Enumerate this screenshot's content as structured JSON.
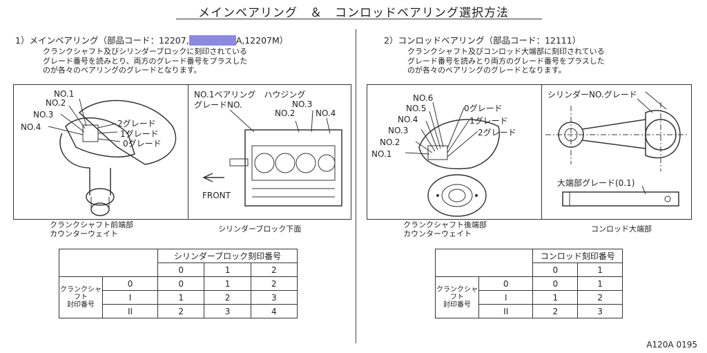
{
  "title": "メインベアリング　＆　コンロッドベアリング選択方法",
  "main": {
    "heading_prefix": "1）メインベアリング（部品コード：12207,",
    "heading_suffix": "A,12207M）",
    "desc": [
      "クランクシャフト及びシリンダーブロックに刻印されている",
      "グレード番号を読みとり、両方のグレード番号をプラスした",
      "のが各々のベアリングのグレードとなります。"
    ],
    "crank_labels": [
      "NO.1",
      "NO.2",
      "NO.3",
      "NO.4"
    ],
    "grade_labels": [
      "2グレード",
      "1グレード",
      "0グレード"
    ],
    "housing_label_1": "NO.1ベアリング　ハウジング",
    "housing_label_2": "グレードNO.",
    "block_labels": [
      "NO.3",
      "NO.2",
      "NO.4"
    ],
    "front_label": "FRONT",
    "caption_left_1": "クランクシャフト前端部",
    "caption_left_2": "カウンターウェイト",
    "caption_right": "シリンダーブロック下面",
    "table": {
      "col_header": "シリンダーブロック刻印番号",
      "col_values": [
        "0",
        "1",
        "2"
      ],
      "row_header_a": "クランクシャフト",
      "row_header_b": "封印番号",
      "row_values": [
        "0",
        "I",
        "II"
      ],
      "cells": [
        [
          "0",
          "1",
          "2"
        ],
        [
          "1",
          "2",
          "3"
        ],
        [
          "2",
          "3",
          "4"
        ]
      ]
    }
  },
  "conrod": {
    "heading": "2）コンロッドベアリング（部品コード：12111）",
    "desc": [
      "クランクシャフト及びコンロッド大端部に刻印されている",
      "グレード番号を読みとり両方のグレード番号をプラスした",
      "のが各々のベアリングのグレードとなります。"
    ],
    "crank_labels": [
      "NO.6",
      "NO.5",
      "NO.4",
      "NO.3",
      "NO.2",
      "NO.1"
    ],
    "grade_labels": [
      "0グレード",
      "1グレード",
      "2グレード"
    ],
    "cyl_label": "シリンダーNO.グレード",
    "bigend_label": "大端部グレード(0.1)",
    "caption_left_1": "クランクシャフト後端部",
    "caption_left_2": "カウンターウェイト",
    "caption_right": "コンロッド大端部",
    "table": {
      "col_header": "コンロッド刻印番号",
      "col_values": [
        "0",
        "1"
      ],
      "row_header_a": "クランクシャフト",
      "row_header_b": "封印番号",
      "row_values": [
        "0",
        "I",
        "II"
      ],
      "cells": [
        [
          "0",
          "1"
        ],
        [
          "1",
          "2"
        ],
        [
          "2",
          "3"
        ]
      ]
    }
  },
  "figure_code": "A120A 0195"
}
